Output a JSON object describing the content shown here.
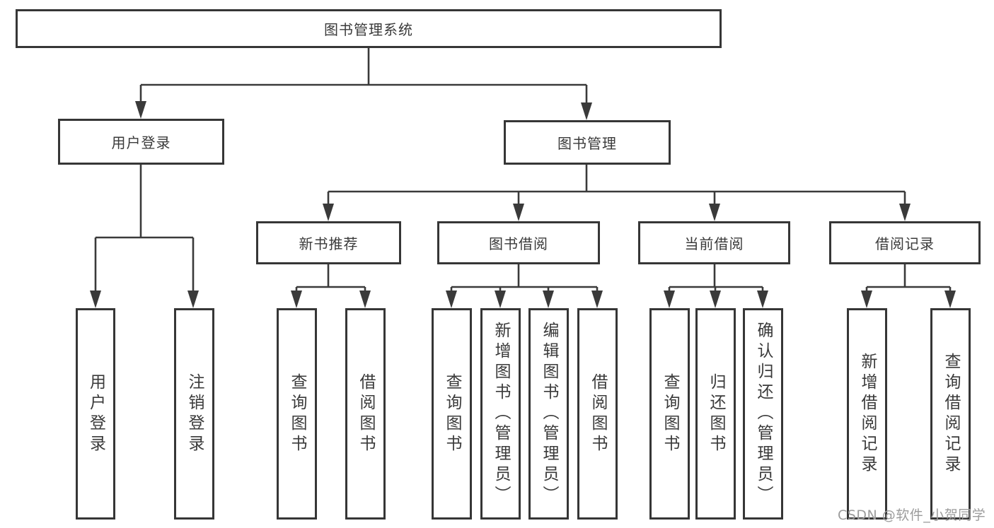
{
  "diagram": {
    "root": {
      "label": "图书管理系统"
    },
    "level2": {
      "user_login": {
        "label": "用户登录"
      },
      "book_management": {
        "label": "图书管理"
      }
    },
    "level3": {
      "new_book_recommend": {
        "label": "新书推荐"
      },
      "book_borrow": {
        "label": "图书借阅"
      },
      "current_borrow": {
        "label": "当前借阅"
      },
      "borrow_record": {
        "label": "借阅记录"
      }
    },
    "leaves": {
      "user_login": {
        "label": "用户登录"
      },
      "logout": {
        "label": "注销登录"
      },
      "query_book_recommend": {
        "label": "查询图书"
      },
      "borrow_book_recommend": {
        "label": "借阅图书"
      },
      "query_book_borrow": {
        "label": "查询图书"
      },
      "add_book_admin": {
        "label": "新增图书（管理员）"
      },
      "edit_book_admin": {
        "label": "编辑图书（管理员）"
      },
      "borrow_book_borrow": {
        "label": "借阅图书"
      },
      "query_book_current": {
        "label": "查询图书"
      },
      "return_book": {
        "label": "归还图书"
      },
      "confirm_return_admin": {
        "label": "确认归还（管理员）"
      },
      "add_borrow_record": {
        "label": "新增借阅记录"
      },
      "query_borrow_record": {
        "label": "查询借阅记录"
      }
    }
  },
  "watermark": {
    "text": "CSDN @软件_小贺同学"
  },
  "colors": {
    "line": "#3a3a3a",
    "border": "#363636",
    "text": "#3a3a3a",
    "watermark_text": "#9c9c9c",
    "background": "#ffffff"
  }
}
